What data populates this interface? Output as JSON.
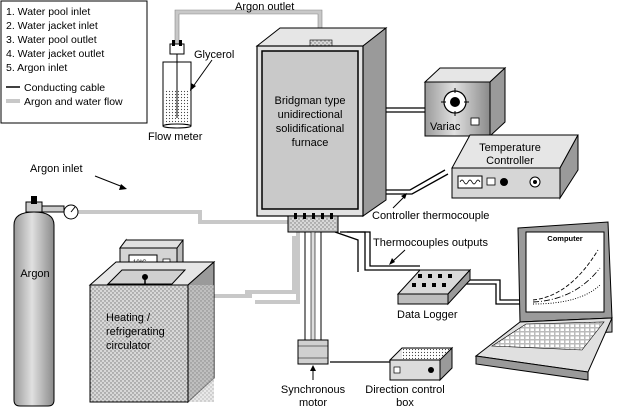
{
  "legend": {
    "items": [
      "1.   Water pool inlet",
      "2.   Water jacket inlet",
      "3.   Water pool outlet",
      "4.   Water jacket outlet",
      "5.   Argon inlet"
    ],
    "conducting_cable": "Conducting cable",
    "argon_water_flow": "Argon and water flow"
  },
  "labels": {
    "argon_outlet": "Argon outlet",
    "glycerol": "Glycerol",
    "flow_meter": "Flow meter",
    "argon_inlet": "Argon inlet",
    "argon": "Argon",
    "furnace": [
      "Bridgman type",
      "unidirectional",
      "solidificational",
      "furnace"
    ],
    "variac": "Variac",
    "temperature_controller": [
      "Temperature",
      "Controller"
    ],
    "controller_thermocouple": "Controller thermocouple",
    "thermocouples_outputs": "Thermocouples outputs",
    "computer": "Computer",
    "data_logger": "Data Logger",
    "circulator": [
      "Heating /",
      "refrigerating",
      "circulator"
    ],
    "circulator_display": "-10°C",
    "synchronous_motor": [
      "Synchronous",
      "motor"
    ],
    "direction_control_box": [
      "Direction control",
      "box"
    ]
  },
  "colors": {
    "flow_line": "#c8c8c8",
    "cable": "#000000",
    "furnace_front": "#c9c9c9",
    "furnace_side": "#9a9a9a",
    "cylinder": "#bdbdbd"
  }
}
